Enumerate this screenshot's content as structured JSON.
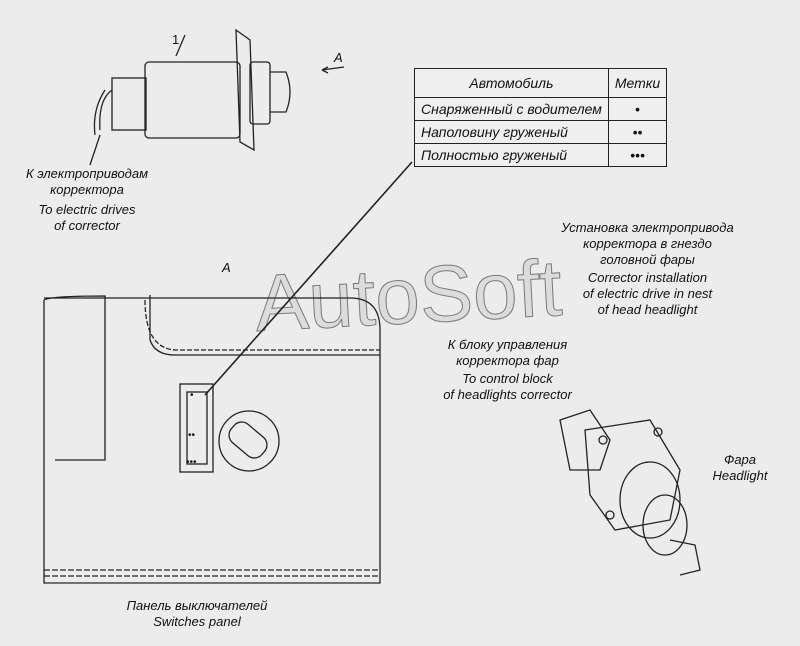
{
  "callouts": {
    "part_number": "1",
    "view_label": "A",
    "view_label_panel": "A"
  },
  "labels": {
    "connector_ru": [
      "К электроприводам",
      "корректора"
    ],
    "connector_en": [
      "To electric drives",
      "of corrector"
    ],
    "install_ru": [
      "Установка электропривода",
      "корректора в гнездо",
      "головной фары"
    ],
    "install_en": [
      "Corrector installation",
      "of electric drive in nest",
      "of head headlight"
    ],
    "control_ru": [
      "К блоку управления",
      "корректора фар"
    ],
    "control_en": [
      "To control block",
      "of headlights corrector"
    ],
    "headlight": [
      "Фара",
      "Headlight"
    ],
    "panel": [
      "Панель выключателей",
      "Switches panel"
    ]
  },
  "table": {
    "headers": [
      "Автомобиль",
      "Метки"
    ],
    "rows": [
      {
        "vehicle": "Снаряженный с водителем",
        "marks": "•"
      },
      {
        "vehicle": "Наполовину груженый",
        "marks": "••"
      },
      {
        "vehicle": "Полностью груженый",
        "marks": "•••"
      }
    ]
  },
  "watermark": "AutoSoft"
}
